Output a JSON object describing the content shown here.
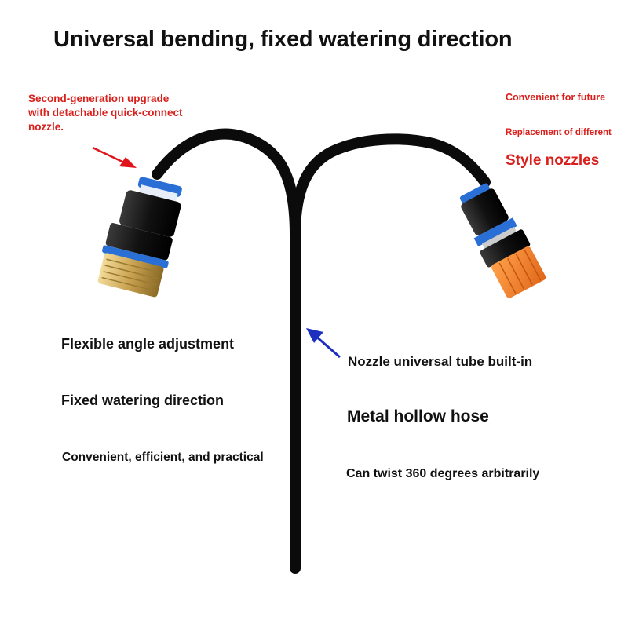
{
  "title": "Universal bending, fixed watering direction",
  "callout_left": "Second-generation upgrade with detachable quick-connect nozzle.",
  "callout_right": {
    "line1": "Convenient for future",
    "line2": "Replacement of different",
    "line3": "Style nozzles"
  },
  "features_left": {
    "item1": "Flexible angle adjustment",
    "item2": "Fixed watering direction",
    "item3": "Convenient, efficient, and practical"
  },
  "features_right": {
    "item1": "Nozzle universal tube built-in",
    "item2": "Metal hollow hose",
    "item3": "Can twist 360 degrees arbitrarily"
  },
  "colors": {
    "callout_text": "#d8201c",
    "red_arrow": "#e0141a",
    "blue_arrow": "#1d2fbf",
    "hose": "#0b0b0b",
    "ring_blue": "#2a6fd6",
    "brass_nozzle": "#c9a251",
    "orange_nozzle": "#f07a1e"
  }
}
